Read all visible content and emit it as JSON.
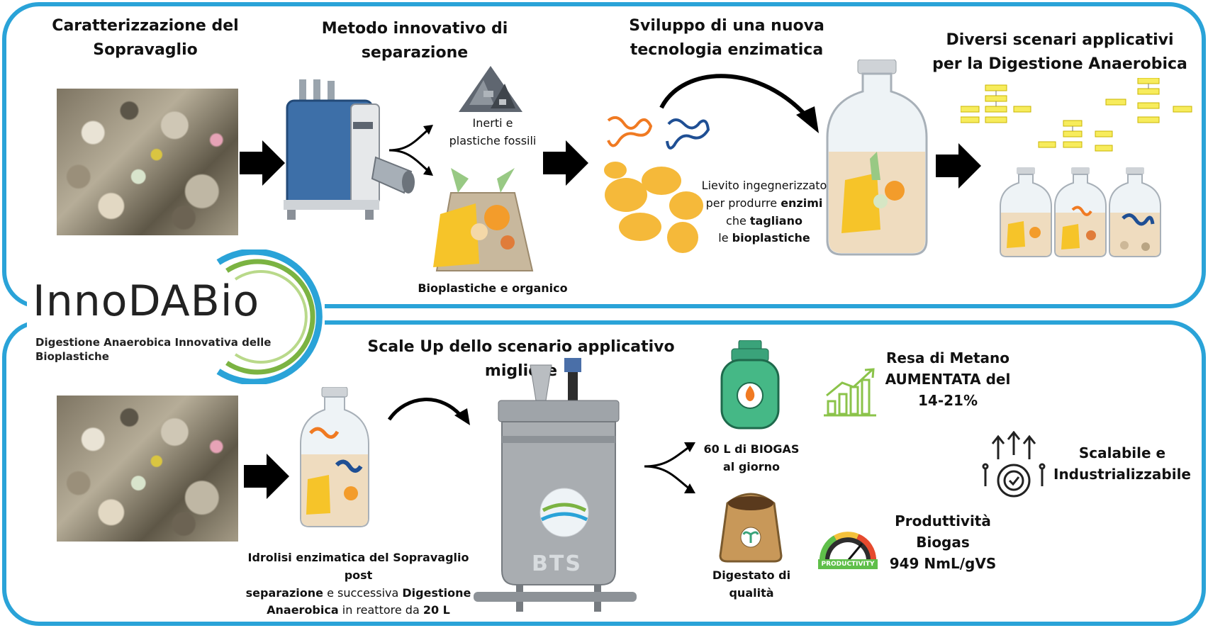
{
  "steps": {
    "characterization": "Caratterizzazione del\nSopravaglio",
    "separation": "Metodo innovativo di\nseparazione",
    "enzymatic": "Sviluppo di una nuova\ntecnologia enzimatica",
    "scenarios": "Diversi scenari applicativi\nper la Digestione Anaerobica"
  },
  "separation_outputs": {
    "inerts": "Inerti e\nplastiche fossili",
    "bioplastics": "Bioplastiche e organico"
  },
  "yeast_caption": {
    "l1": "Lievito ingegnerizzato",
    "l2a": "per produrre ",
    "l2b": "enzimi",
    "l3a": "che ",
    "l3b": "tagliano",
    "l4a": "le ",
    "l4b": "bioplastiche"
  },
  "logo": {
    "name": "InnoDABio",
    "tagline": "Digestione Anaerobica Innovativa delle\nBioplastiche"
  },
  "scaleup_title": "Scale Up dello scenario applicativo migliore",
  "hydrolysis_caption": {
    "l1": "Idrolisi enzimatica del Sopravaglio post",
    "l2a": "separazione",
    "l2b": " e successiva ",
    "l2c": "Digestione",
    "l3a": "Anaerobica",
    "l3b": " in reattore da ",
    "l3c": "20 L"
  },
  "reactor_label": "BTS",
  "biogas": "60 L di BIOGAS\nal giorno",
  "digestate": "Digestato di\nqualità",
  "methane_yield": "Resa di Metano\nAUMENTATA del\n14-21%",
  "scalable": "Scalabile e\nIndustrializzabile",
  "productivity": "Produttività\nBiogas\n949 NmL/gVS",
  "gauge_label": "PRODUCTIVITY",
  "colors": {
    "border": "#2aa3d8",
    "logo_green": "#7bb342",
    "logo_blue": "#2aa3d8",
    "icon_green": "#8bc34a"
  }
}
